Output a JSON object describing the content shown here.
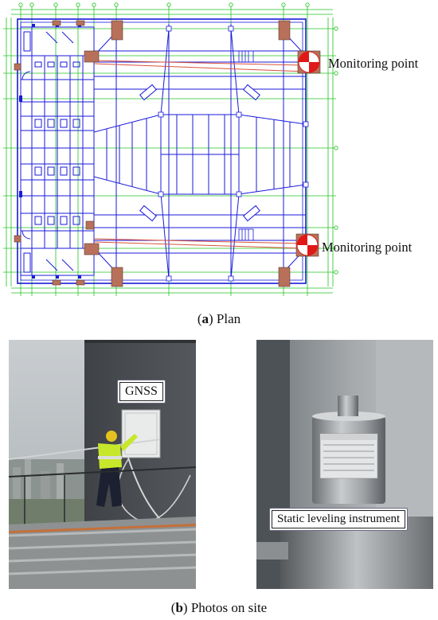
{
  "labels": {
    "monitoring_point_top": "Monitoring point",
    "monitoring_point_bottom": "Monitoring point",
    "gnss": "GNSS",
    "static_leveling": "Static leveling instrument"
  },
  "captions": {
    "a_letter": "a",
    "a_text": " Plan",
    "b_letter": "b",
    "b_text": " Photos on site"
  },
  "colors": {
    "plan_lines": "#1a1adb",
    "grid_lines": "#21c421",
    "columns": "#b8705a",
    "link_lines": "#d9533a",
    "marker_red": "#e01818"
  },
  "icons": {
    "monitoring_marker": "quartered-circle-icon"
  }
}
